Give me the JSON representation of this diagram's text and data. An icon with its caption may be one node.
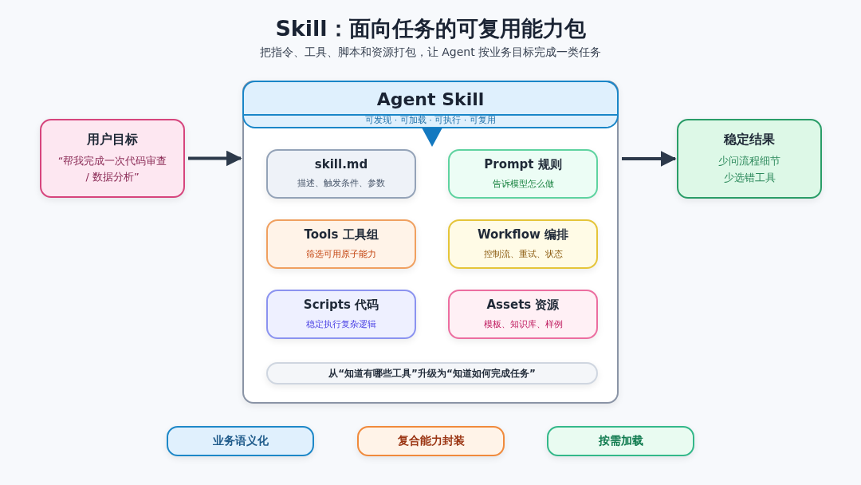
{
  "diagram": {
    "title": "Skill：面向任务的可复用能力包",
    "nodes": [
      {
        "text": [
          "用户目标",
          "“帮我完成一次代码审查 / 数据分析”"
        ]
      },
      {
        "text": [
          "Agent Skill",
          "可发现 · 可加载 · 可执行 · 可复用"
        ]
      },
      {
        "text": [
          "skill.md",
          "描述、触发条件、参数"
        ],
        "in": 1
      },
      {
        "text": [
          "Prompt 规则",
          "告诉模型怎么做"
        ],
        "in": 1
      },
      {
        "text": [
          "Tools 工具组",
          "筛选可用原子能力"
        ],
        "in": 1
      },
      {
        "text": [
          "Workflow 编排",
          "控制流、重试、状态"
        ],
        "in": 1
      },
      {
        "text": [
          "Scripts 代码",
          "稳定执行复杂逻辑"
        ],
        "in": 1
      },
      {
        "text": [
          "Assets 资源",
          "模板、知识库、样例"
        ],
        "in": 1
      },
      {
        "text": [
          "从“知道有哪些工具”升级为“知道如何完成任务”"
        ],
        "in": 1
      },
      {
        "text": [
          "稳定结果",
          "少问流程细节少选错工具"
        ]
      },
      {
        "text": [
          "业务语义化"
        ]
      },
      {
        "text": [
          "复合能力封装"
        ]
      },
      {
        "text": [
          "按需加载"
        ]
      }
    ],
    "edges": [
      {
        "from": 0,
        "to": 1,
        "arrow": "to"
      },
      {
        "from": 1,
        "to": 9,
        "arrow": "to"
      }
    ],
    "labels": [
      "把指令、工具、脚本和资源打包，让 Agent 按业务目标完成一类任务"
    ]
  }
}
